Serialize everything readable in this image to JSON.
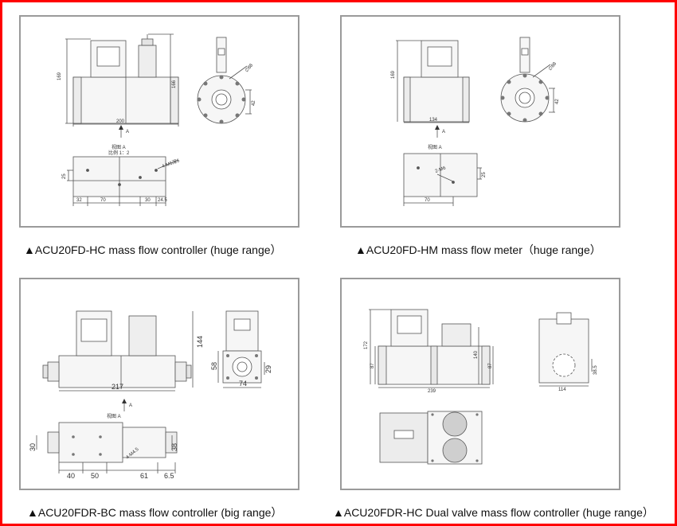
{
  "frame_color": "#ff0000",
  "panels": [
    {
      "caption": "▲ACU20FD-HC mass flow controller (huge range）",
      "dims": {
        "d169": "169",
        "d166": "166",
        "d200": "200",
        "arrow_a": "A",
        "d88": "∅88",
        "d42": "42",
        "view_title": "视图 A",
        "view_scale": "比例 1：2",
        "d25": "25",
        "hole": "4-M5深6",
        "d32": "32",
        "d70": "70",
        "d30": "30",
        "d245": "24.5"
      }
    },
    {
      "caption": "▲ACU20FD-HM mass flow meter（huge range）",
      "dims": {
        "d169": "169",
        "d134": "134",
        "arrow_a": "A",
        "d88": "∅88",
        "d42": "42",
        "view_title": "视图 A",
        "d25": "25",
        "hole": "2-M6",
        "d70": "70"
      }
    },
    {
      "caption": "▲ACU20FDR-BC mass flow controller (big range）",
      "dims": {
        "d144": "144",
        "d217": "217",
        "arrow_a": "A",
        "d58": "58",
        "d29": "29",
        "d74": "74",
        "view_title": "视图 A",
        "d30": "30",
        "hole": "4-M4.5",
        "d38": "38",
        "d40": "40",
        "d50": "50",
        "d61": "61",
        "d65": "6.5"
      }
    },
    {
      "caption": "▲ACU20FDR-HC Dual valve mass flow controller (huge range）",
      "dims": {
        "d172": "172",
        "d87a": "87",
        "d140": "140",
        "d87b": "87",
        "d239": "239",
        "d385": "38.5",
        "d114": "114"
      }
    }
  ]
}
